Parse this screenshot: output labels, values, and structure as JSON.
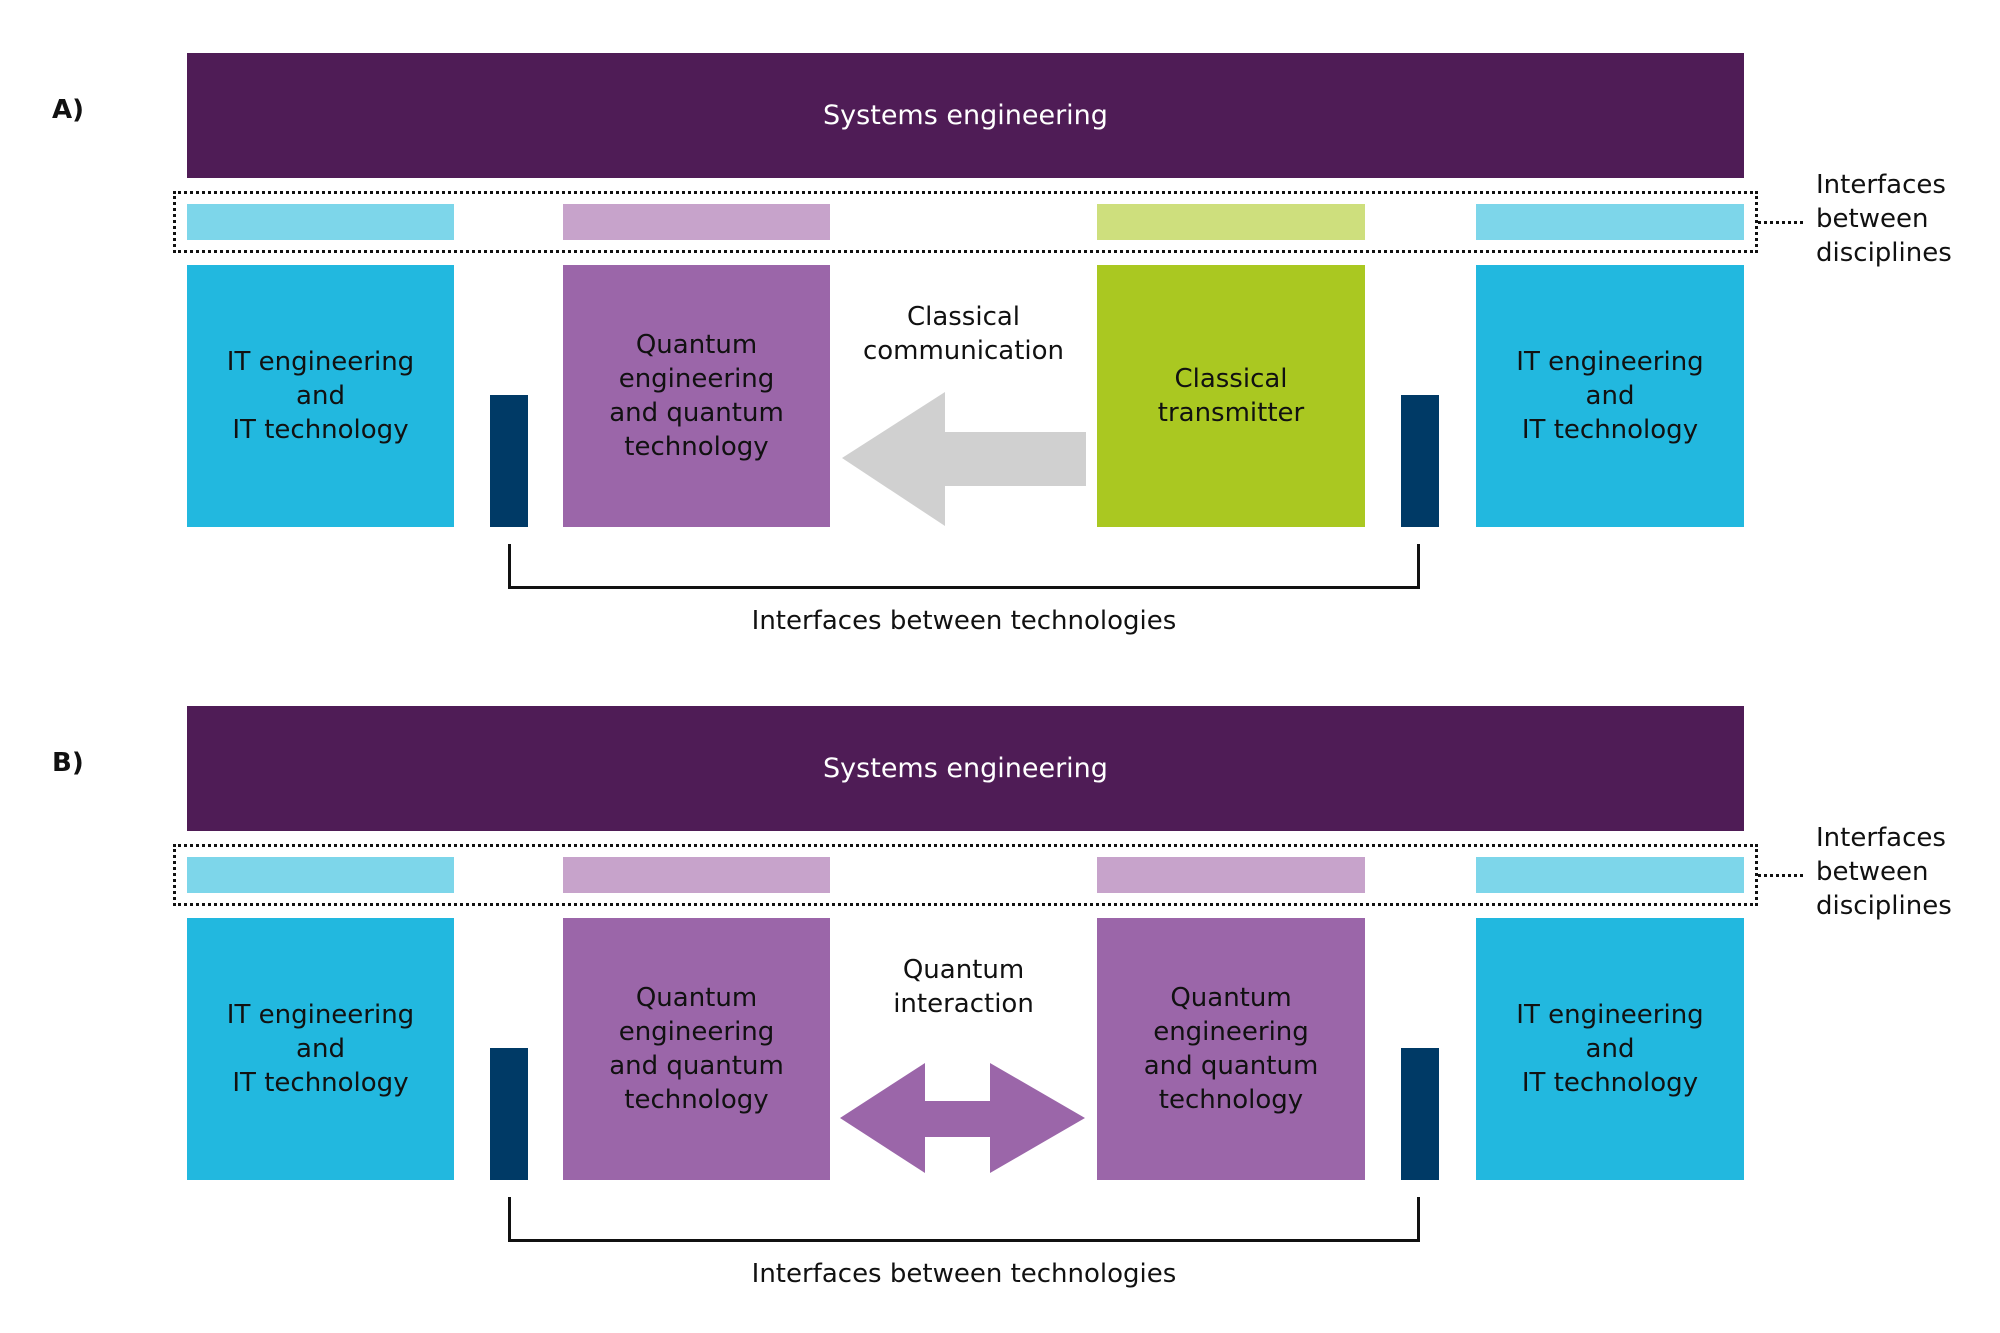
{
  "panels": [
    {
      "label": "A)",
      "systems": "Systems engineering",
      "boxes": [
        "IT engineering\nand\nIT technology",
        "Quantum\nengineering\nand quantum\ntechnology",
        "Classical\ntransmitter",
        "IT engineering\nand\nIT technology"
      ],
      "middle_label": "Classical\ncommunication",
      "arrow": "left-arrow",
      "interfaces_technologies": "Interfaces between technologies",
      "interfaces_disciplines": "Interfaces\nbetween\ndisciplines",
      "colors": {
        "box3": "#aac821",
        "strip3": "#cedf7d",
        "arrow": "#d0d0d0"
      }
    },
    {
      "label": "B)",
      "systems": "Systems engineering",
      "boxes": [
        "IT engineering\nand\nIT technology",
        "Quantum\nengineering\nand quantum\ntechnology",
        "Quantum\nengineering\nand quantum\ntechnology",
        "IT engineering\nand\nIT technology"
      ],
      "middle_label": "Quantum\ninteraction",
      "arrow": "double-arrow",
      "interfaces_technologies": "Interfaces between technologies",
      "interfaces_disciplines": "Interfaces\nbetween\ndisciplines",
      "colors": {
        "box3": "#9b66a9",
        "strip3": "#c7a3cb",
        "arrow": "#9b66a9"
      }
    }
  ]
}
